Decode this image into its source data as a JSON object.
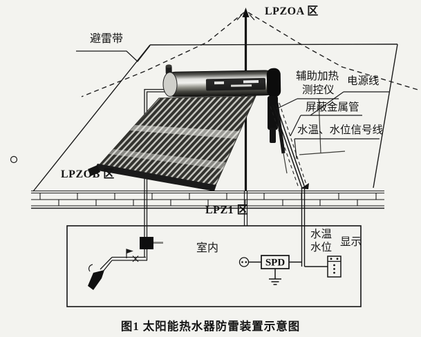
{
  "figure": {
    "caption": "图1  太阳能热水器防雷装置示意图"
  },
  "zones": {
    "lpz0a": "LPZOA 区",
    "lpz0b": "LPZOB 区",
    "lpz1": "LPZ1 区",
    "indoor": "室内"
  },
  "labels": {
    "lightning_belt": "避雷带",
    "aux_heating_line1": "辅助加热",
    "aux_heating_line2": "测控仪",
    "power_line": "电源线",
    "shielded_metal_pipe": "屏蔽金属管",
    "temp_level_signal_line": "水温、水位信号线",
    "water_temp": "水温",
    "water_level": "水位",
    "display": "显示",
    "spd": "SPD"
  },
  "colors": {
    "background": "#f3f3ef",
    "line": "#1a1a1a",
    "tube_dark": "#33332f",
    "tube_light": "#c9c9c3"
  }
}
